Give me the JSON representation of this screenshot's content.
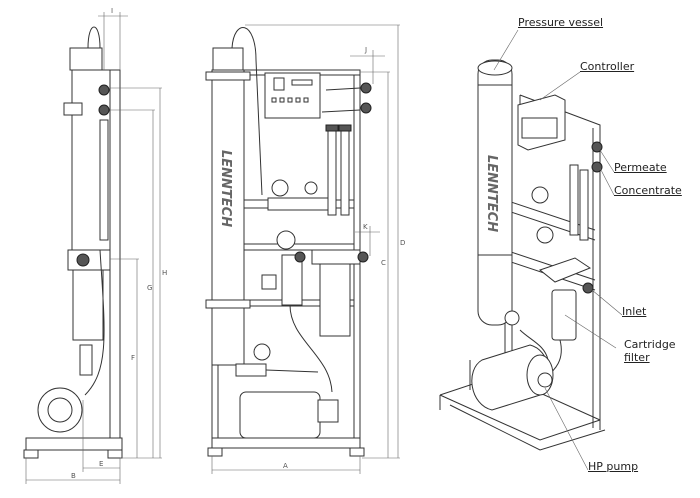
{
  "brand": "LENNTECH",
  "dimensions": {
    "A": "A",
    "B": "B",
    "C": "C",
    "D": "D",
    "E": "E",
    "F": "F",
    "G": "G",
    "H": "H",
    "I": "I",
    "J": "J",
    "K": "K"
  },
  "labels": {
    "pressure_vessel": "Pressure vessel",
    "controller": "Controller",
    "permeate": "Permeate",
    "concentrate": "Concentrate",
    "inlet": "Inlet",
    "cartridge_filter_1": "Cartridge",
    "cartridge_filter_2": "filter",
    "hp_pump": "HP pump"
  }
}
